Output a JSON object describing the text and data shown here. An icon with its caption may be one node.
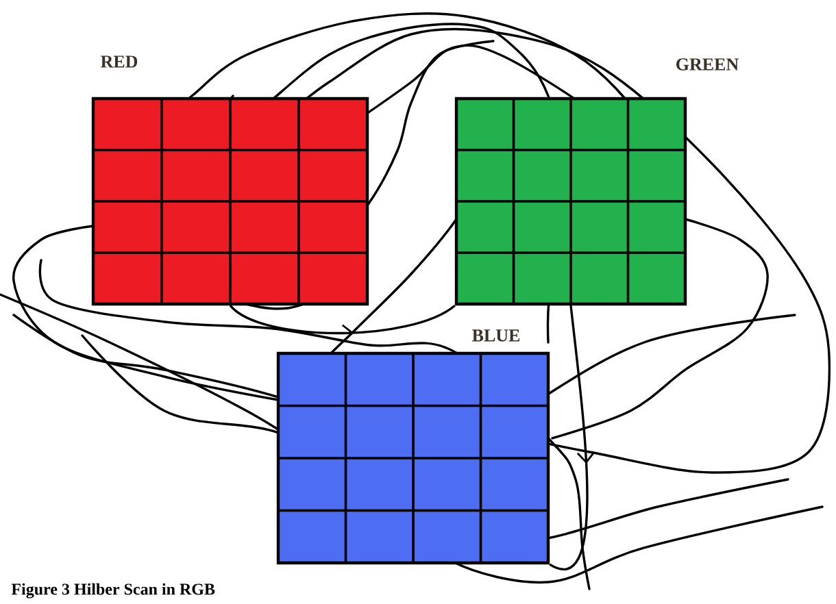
{
  "diagram": {
    "caption": "Figure 3 Hilber Scan in RGB",
    "nodes": [
      {
        "text": [
          "RED"
        ]
      },
      {
        "text": [
          "GREEN"
        ]
      },
      {
        "text": [
          "BLUE"
        ]
      }
    ],
    "edges": [
      {
        "from": 0,
        "to": 1,
        "arrow": "to"
      },
      {
        "from": 1,
        "to": 2,
        "arrow": "to"
      }
    ]
  }
}
